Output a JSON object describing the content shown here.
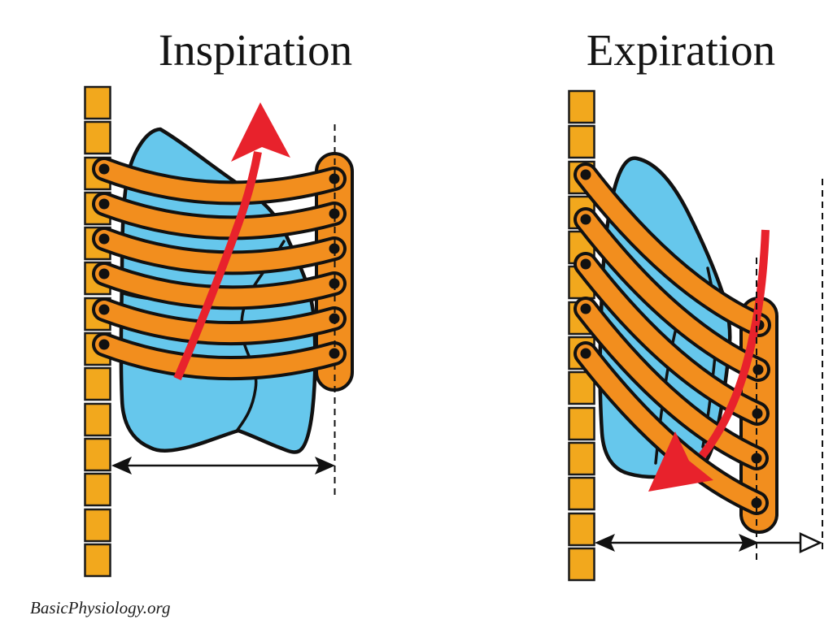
{
  "panels": {
    "left": {
      "title": "Inspiration"
    },
    "right": {
      "title": "Expiration"
    }
  },
  "footer": {
    "credit": "BasicPhysiology.org"
  },
  "colors": {
    "vertebra-gold": "#F2A81D",
    "bone-orange": "#F28E1E",
    "lung-blue": "#66C7EC",
    "arrow-red": "#E8222C",
    "outline-black": "#111111",
    "background": "#FFFFFF"
  },
  "figure": {
    "left_panel": {
      "ribs": 6,
      "vertebrae": 14,
      "motion_arrow": "up-arrow",
      "reference_lines": 1
    },
    "right_panel": {
      "ribs": 5,
      "vertebrae": 14,
      "motion_arrow": "down-arrow",
      "reference_lines": 2
    }
  }
}
